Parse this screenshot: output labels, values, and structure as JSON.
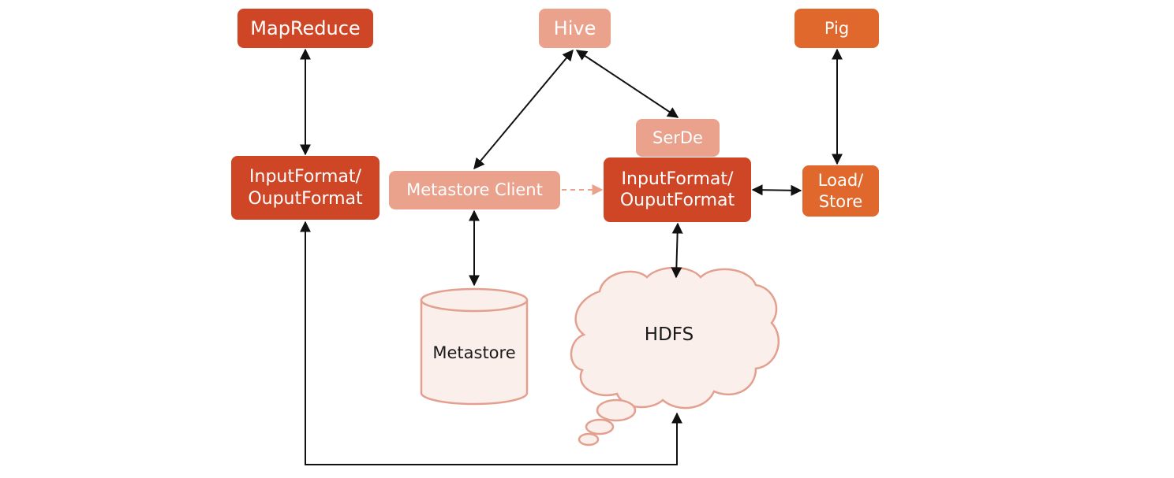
{
  "nodes": {
    "mapreduce": "MapReduce",
    "hive": "Hive",
    "pig": "Pig",
    "serde": "SerDe",
    "input_output_left": "InputFormat/\nOuputFormat",
    "metastore_client": "Metastore Client",
    "input_output_right": "InputFormat/\nOuputFormat",
    "load_store": "Load/\nStore",
    "metastore": "Metastore",
    "hdfs": "HDFS"
  },
  "colors": {
    "dark_box": "#cf4627",
    "light_box": "#eaa28d",
    "orange_box": "#e0682c",
    "storage_fill": "#fbefec",
    "storage_stroke": "#e3a08f",
    "arrow": "#111111",
    "dashed_arrow": "#eaa28d"
  }
}
